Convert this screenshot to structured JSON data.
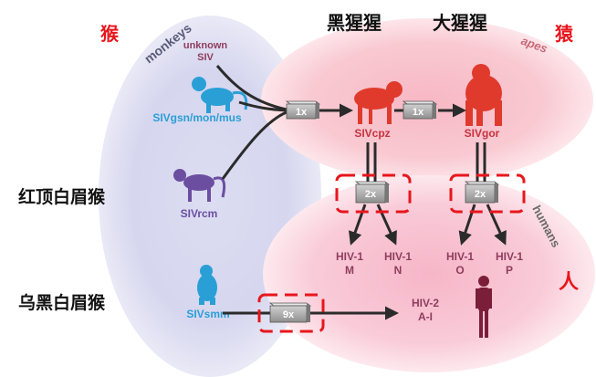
{
  "labels": {
    "monkeys": "monkeys",
    "apes": "apes",
    "humans": "humans",
    "cn_monkey": "猴",
    "cn_ape": "猿",
    "cn_human": "人",
    "cn_chimp": "黑猩猩",
    "cn_gorilla": "大猩猩",
    "cn_rcm": "红顶白眉猴",
    "cn_smm": "乌黑白眉猴"
  },
  "sources": {
    "unknown_line1": "unknown",
    "unknown_line2": "SIV",
    "gsn": "SIVgsn/mon/mus",
    "rcm": "SIVrcm",
    "smm": "SIVsmm",
    "cpz": "SIVcpz",
    "gor": "SIVgor"
  },
  "transfers": {
    "t1": "1x",
    "t2": "1x",
    "t3": "2x",
    "t4": "2x",
    "t5": "9x"
  },
  "hiv": {
    "m_line1": "HIV-1",
    "m_line2": "M",
    "n_line1": "HIV-1",
    "n_line2": "N",
    "o_line1": "HIV-1",
    "o_line2": "O",
    "p_line1": "HIV-1",
    "p_line2": "P",
    "hiv2_line1": "HIV-2",
    "hiv2_line2": "A-I"
  },
  "colors": {
    "monkey_blue": "#2a9fd6",
    "monkey_purple": "#6b4ea0",
    "ape_red": "#e03a2c",
    "human_dark": "#7a1e3a",
    "annot_red": "#e8161c",
    "hiv_text": "#8f3d5e"
  }
}
